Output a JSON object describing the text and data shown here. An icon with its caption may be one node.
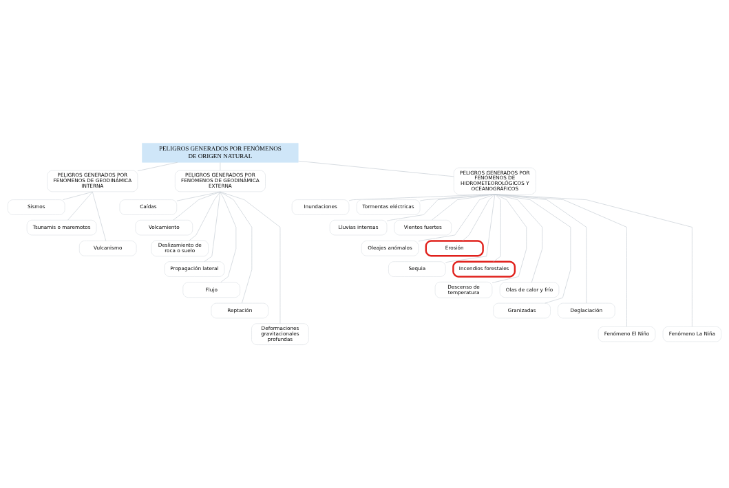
{
  "diagram": {
    "nodes": [
      {
        "text": [
          "PELIGROS GENERADOS POR FENÓMENOS DE ORIGEN NATURAL"
        ]
      },
      {
        "text": [
          "PELIGROS GENERADOS POR FENÓMENOS DE GEODINÁMICA INTERNA"
        ]
      },
      {
        "text": [
          "Sismos"
        ]
      },
      {
        "text": [
          "Tsunamis o maremotos"
        ]
      },
      {
        "text": [
          "Vulcanismo"
        ]
      },
      {
        "text": [
          "PELIGROS GENERADOS POR FENÓMENOS DE GEODINÁMICA EXTERNA"
        ]
      },
      {
        "text": [
          "Caídas"
        ]
      },
      {
        "text": [
          "Volcamiento"
        ]
      },
      {
        "text": [
          "Deslizamiento de roca o suelo"
        ]
      },
      {
        "text": [
          "Propagación lateral"
        ]
      },
      {
        "text": [
          "Flujo"
        ]
      },
      {
        "text": [
          "Reptación"
        ]
      },
      {
        "text": [
          "Deformaciones gravitacionales profundas"
        ]
      },
      {
        "text": [
          "PELIGROS GENERADOS POR FENÓMENOS DE HIDROMETEOROLÓGICOS Y OCEANOGRÁFICOS"
        ]
      },
      {
        "text": [
          "Inundaciones"
        ]
      },
      {
        "text": [
          "Tormentas eléctricas"
        ]
      },
      {
        "text": [
          "Lluvias intensas"
        ]
      },
      {
        "text": [
          "Vientos fuertes"
        ]
      },
      {
        "text": [
          "Oleajes anómalos"
        ]
      },
      {
        "text": [
          "Erosión"
        ]
      },
      {
        "text": [
          "Sequia"
        ]
      },
      {
        "text": [
          "Incendios forestales"
        ]
      },
      {
        "text": [
          "Descenso de temperatura"
        ]
      },
      {
        "text": [
          "Olas de calor y frío"
        ]
      },
      {
        "text": [
          "Granizadas"
        ]
      },
      {
        "text": [
          "Deglaciación"
        ]
      },
      {
        "text": [
          "Fenómeno El Niño"
        ]
      },
      {
        "text": [
          "Fenómeno La Niña"
        ]
      }
    ],
    "edges": [
      {
        "from": 0,
        "to": 1,
        "arrow": "none"
      },
      {
        "from": 0,
        "to": 5,
        "arrow": "none"
      },
      {
        "from": 0,
        "to": 13,
        "arrow": "none"
      },
      {
        "from": 1,
        "to": 2,
        "arrow": "none"
      },
      {
        "from": 1,
        "to": 3,
        "arrow": "none"
      },
      {
        "from": 1,
        "to": 4,
        "arrow": "none"
      },
      {
        "from": 5,
        "to": 6,
        "arrow": "none"
      },
      {
        "from": 5,
        "to": 7,
        "arrow": "none"
      },
      {
        "from": 5,
        "to": 8,
        "arrow": "none"
      },
      {
        "from": 5,
        "to": 9,
        "arrow": "none"
      },
      {
        "from": 5,
        "to": 10,
        "arrow": "none"
      },
      {
        "from": 5,
        "to": 11,
        "arrow": "none"
      },
      {
        "from": 5,
        "to": 12,
        "arrow": "none"
      },
      {
        "from": 13,
        "to": 14,
        "arrow": "none"
      },
      {
        "from": 13,
        "to": 15,
        "arrow": "none"
      },
      {
        "from": 13,
        "to": 16,
        "arrow": "none"
      },
      {
        "from": 13,
        "to": 17,
        "arrow": "none"
      },
      {
        "from": 13,
        "to": 18,
        "arrow": "none"
      },
      {
        "from": 13,
        "to": 19,
        "arrow": "none"
      },
      {
        "from": 13,
        "to": 20,
        "arrow": "none"
      },
      {
        "from": 13,
        "to": 21,
        "arrow": "none"
      },
      {
        "from": 13,
        "to": 22,
        "arrow": "none"
      },
      {
        "from": 13,
        "to": 23,
        "arrow": "none"
      },
      {
        "from": 13,
        "to": 24,
        "arrow": "none"
      },
      {
        "from": 13,
        "to": 25,
        "arrow": "none"
      },
      {
        "from": 13,
        "to": 26,
        "arrow": "none"
      },
      {
        "from": 13,
        "to": 27,
        "arrow": "none"
      }
    ]
  }
}
